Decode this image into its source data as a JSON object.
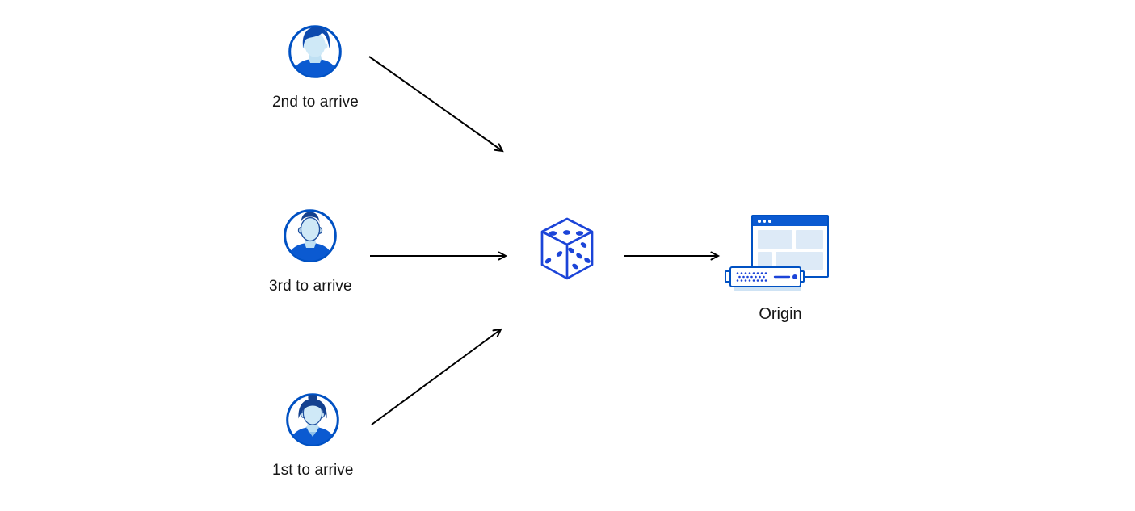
{
  "diagram": {
    "title": "random-steering-to-origin",
    "background": "#ffffff",
    "nodes": {
      "second": {
        "label": "2nd to arrive",
        "icon": "male-avatar-swept-hair-icon"
      },
      "third": {
        "label": "3rd to arrive",
        "icon": "male-avatar-short-hair-icon"
      },
      "first": {
        "label": "1st to arrive",
        "icon": "female-avatar-bun-icon"
      },
      "dice": {
        "icon": "dice-icon"
      },
      "origin": {
        "label": "Origin",
        "icon": "origin-server-browser-icon"
      }
    },
    "edges": [
      {
        "from": "second",
        "to": "dice"
      },
      {
        "from": "third",
        "to": "dice"
      },
      {
        "from": "first",
        "to": "dice"
      },
      {
        "from": "dice",
        "to": "origin"
      }
    ],
    "colors": {
      "outline_blue": "#0051c3",
      "fill_blue": "#0b5ad1",
      "hair_navy": "#0d4aae",
      "skin_light_blue": "#cfe9f7",
      "neck_blue": "#bfe0f3",
      "panel_blue": "#ddeaf7",
      "dice_blue": "#1b44d8",
      "shadow_blue": "#cfe3f4",
      "arrow_black": "#000000",
      "text": "#161616"
    }
  }
}
